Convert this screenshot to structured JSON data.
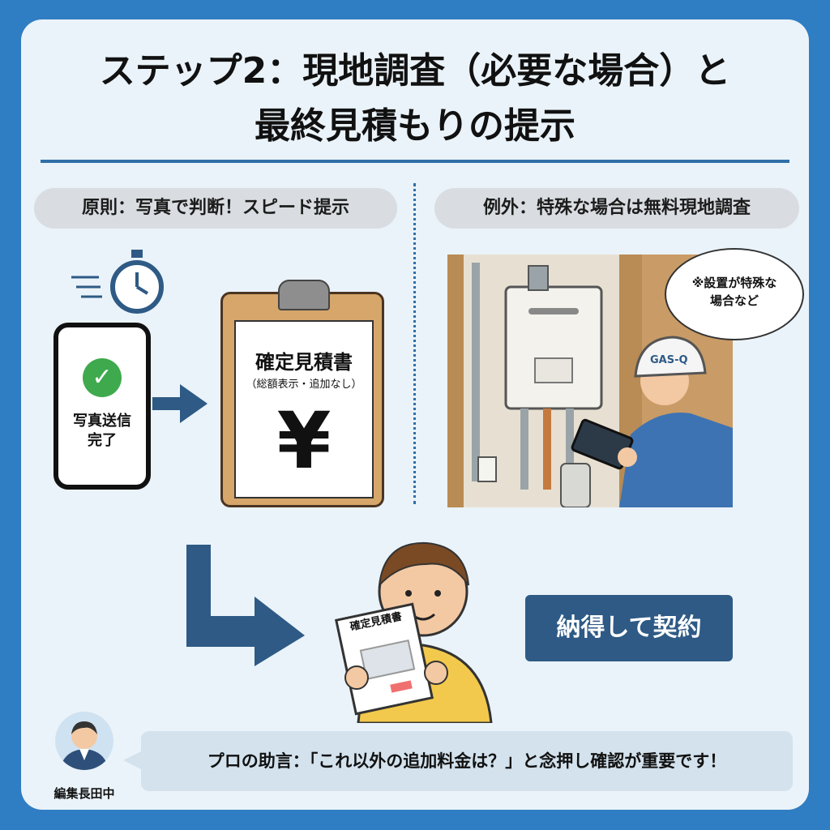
{
  "title": {
    "line1": "ステップ2：現地調査（必要な場合）と",
    "line2": "最終見積もりの提示"
  },
  "left": {
    "heading": "原則：写真で判断！スピード提示",
    "phone_text": "写真送信\n完了",
    "document_title": "確定見積書",
    "document_subtitle": "（総額表示・追加なし）",
    "yen_symbol": "¥"
  },
  "right": {
    "heading": "例外：特殊な場合は無料現地調査",
    "bubble_text": "※設置が特殊な\n場合など",
    "helmet_text": "GAS-Q"
  },
  "result": {
    "held_document_title": "確定見積書",
    "contract_label": "納得して契約"
  },
  "advice": {
    "text": "プロの助言：「これ以外の追加料金は？」と念押し確認が重要です！"
  },
  "editor": {
    "name": "編集長田中"
  },
  "colors": {
    "frame": "#2f7dc2",
    "card": "#eaf3f9",
    "navy": "#2e5a85",
    "rule": "#2f6fa8",
    "check_green": "#3eaa4d",
    "clipboard": "#d6a66a",
    "shirt_yellow": "#f2c94c"
  },
  "icons": [
    "stopwatch-icon",
    "check-icon",
    "arrow-right-icon",
    "bent-arrow-icon"
  ]
}
